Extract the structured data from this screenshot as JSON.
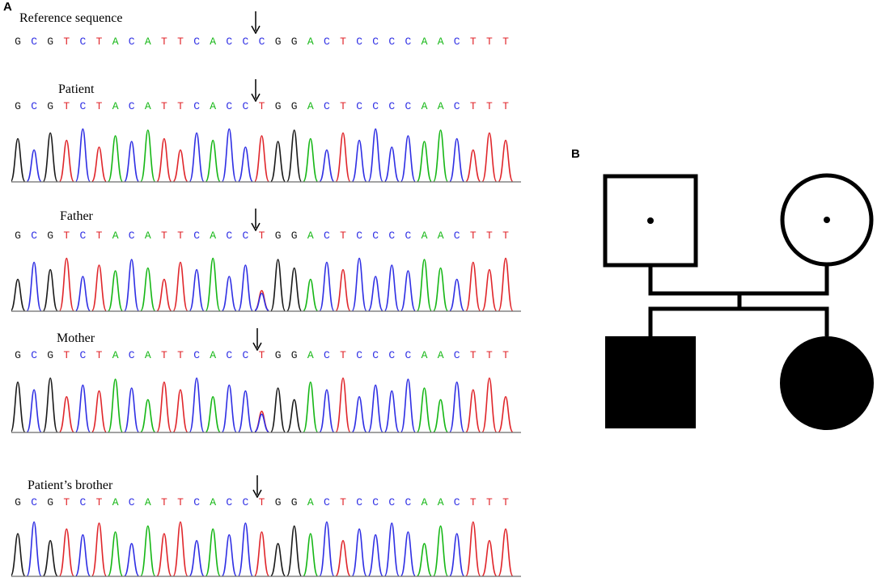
{
  "panel_a": {
    "label": "A",
    "base_colors": {
      "A": "#16b716",
      "C": "#2f2fe4",
      "G": "#1a1a1a",
      "T": "#e0262b"
    },
    "tracks": [
      {
        "id": "reference",
        "title": "Reference sequence",
        "sequence": "GCGTCTACATTCACCCGGACTCCCCAACTTT",
        "mutation_index": 15,
        "trace": false
      },
      {
        "id": "patient",
        "title": "Patient",
        "sequence": "GCGTCTACATTCACCTGGACTCCCCAACTTT",
        "mutation_index": 15,
        "trace": true,
        "genotype": "homozygous"
      },
      {
        "id": "father",
        "title": "Father",
        "sequence": "GCGTCTACATTCACCTGGACTCCCCAACTTT",
        "mutation_index": 15,
        "trace": true,
        "genotype": "heterozygous"
      },
      {
        "id": "mother",
        "title": "Mother",
        "sequence": "GCGTCTACATTCACCTGGACTCCCCAACTTT",
        "mutation_index": 15,
        "trace": true,
        "genotype": "heterozygous"
      },
      {
        "id": "brother",
        "title": "Patient’s brother",
        "sequence": "GCGTCTACATTCACCTGGACTCCCCAACTTT",
        "mutation_index": 15,
        "trace": true,
        "genotype": "homozygous"
      }
    ]
  },
  "panel_b": {
    "label": "B",
    "pedigree": {
      "father": {
        "shape": "square",
        "status": "carrier"
      },
      "mother": {
        "shape": "circle",
        "status": "carrier"
      },
      "son": {
        "shape": "square",
        "status": "affected"
      },
      "daughter": {
        "shape": "circle",
        "status": "affected"
      }
    }
  }
}
